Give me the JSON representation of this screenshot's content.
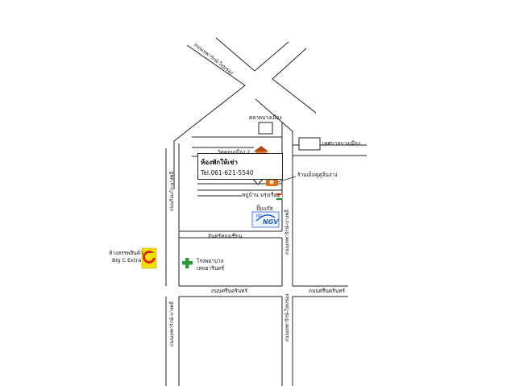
{
  "roads": {
    "diagonal_top": "ถนนเทพารักษ์-ใหม่ช่อง",
    "left_vertical_upper": "ถนนกิ่งแก้ว-บางพลี",
    "left_vertical_lower": "ถนนเทพารักษ์-บางพลี",
    "right_vertical_upper": "ถนนเทพารักษ์-บางพลี",
    "right_vertical_lower": "ถนนเทพารักษ์-ใหม่ช่อง",
    "horizontal_left": "ถนนศรีนครินทร์",
    "horizontal_right": "ถนนศรีนครินทร์"
  },
  "places": {
    "market": "ตลาดบางเมือง",
    "district_office": "เทศบาลบางเมือง",
    "village_2": "วัดดอนเมือง 2",
    "restaurant": "ร้านเอ็มคูคูจิ่นจ่าง",
    "village_soi": "หมู่บ้าน มรุ่งเรือง",
    "seven_eleven_label": "ปั๊มแก๊ส",
    "school": "จันทร์ทองเชียน",
    "hospital_line1": "โรงพยาบาล",
    "hospital_line2": "เทพธารินทร์",
    "big_c_line1": "ห้างสรรพสินค้า",
    "big_c_line2": "Big C Extra"
  },
  "info": {
    "name": "ห้องพักให้เช่า",
    "phone": "Tel.061-621-5540"
  },
  "brands": {
    "ngv_text": "NGV",
    "ptt_text": "ptt",
    "seven_text": "7"
  },
  "colors": {
    "road_line": "#222222",
    "big_c_yellow": "#f2e000",
    "big_c_red": "#d62b1f",
    "cross_green": "#2e9a3a",
    "house_orange": "#d8731a",
    "ngv_blue": "#2a5fc8"
  },
  "icons": [
    "big-c-logo-icon",
    "hospital-cross-icon",
    "house-icon",
    "restaurant-icon",
    "seven-eleven-icon",
    "ngv-station-icon",
    "arrow-down-icon"
  ]
}
